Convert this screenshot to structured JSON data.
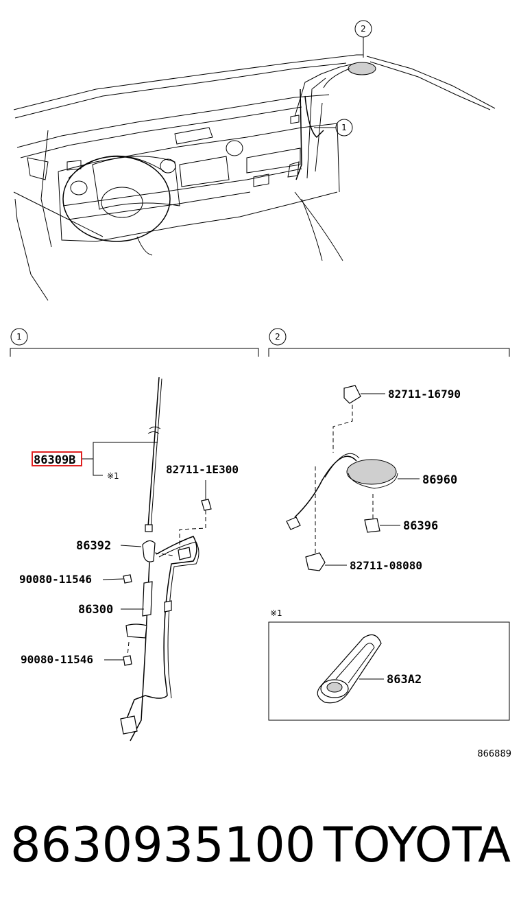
{
  "callouts": {
    "one": "1",
    "two": "2"
  },
  "section1": {
    "marker": "1",
    "labels": {
      "antenna_rod": "86309B",
      "note_ref": "※1",
      "clip_top": "82711-1E300",
      "bracket": "86392",
      "screw_upper": "90080-11546",
      "antenna_assy": "86300",
      "screw_lower": "90080-11546"
    }
  },
  "section2": {
    "marker": "2",
    "labels": {
      "clip_top": "82711-16790",
      "antenna_pad": "86960",
      "holder": "86396",
      "clip_bottom": "82711-08080"
    }
  },
  "note_box": {
    "title": "※1",
    "part": "863A2"
  },
  "diagram_code": "866889",
  "footer": {
    "part_number": "8630935100",
    "brand": "TOYOTA"
  },
  "highlight_color": "#e02020"
}
